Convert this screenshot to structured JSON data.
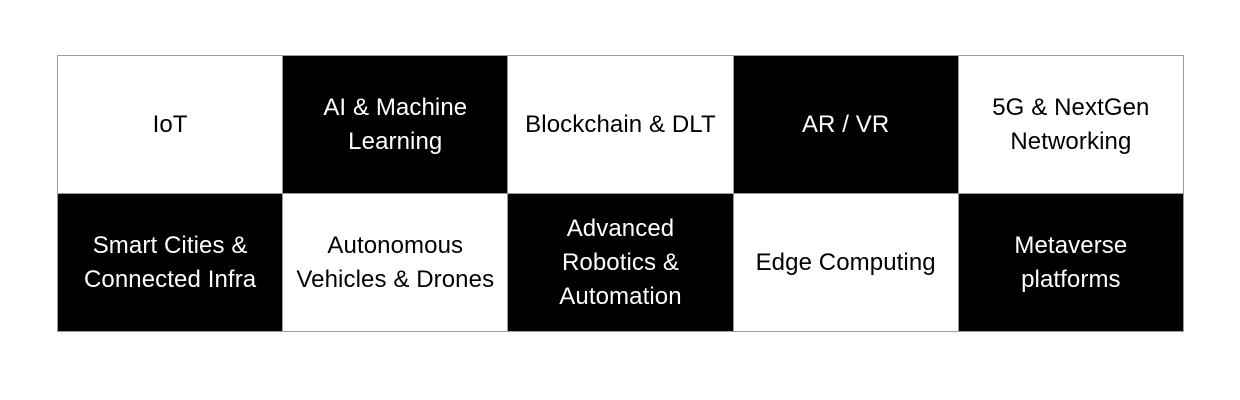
{
  "theme": {
    "page_background": "#ffffff",
    "light_cell_background": "#ffffff",
    "light_cell_text": "#000000",
    "dark_cell_background": "#000000",
    "dark_cell_text": "#ffffff",
    "grid_border": "#9a9a9a"
  },
  "grid": {
    "columns": 5,
    "rows": 2,
    "rows_data": [
      {
        "row_index": 0,
        "cells": [
          {
            "label": "IoT",
            "variant": "light"
          },
          {
            "label": "AI & Machine Learning",
            "variant": "dark"
          },
          {
            "label": "Blockchain & DLT",
            "variant": "light"
          },
          {
            "label": "AR / VR",
            "variant": "dark"
          },
          {
            "label": "5G & NextGen Networking",
            "variant": "light"
          }
        ]
      },
      {
        "row_index": 1,
        "cells": [
          {
            "label": "Smart Cities & Connected Infra",
            "variant": "dark"
          },
          {
            "label": "Autonomous Vehicles & Drones",
            "variant": "light"
          },
          {
            "label": "Advanced Robotics & Automation",
            "variant": "dark"
          },
          {
            "label": "Edge Computing",
            "variant": "light"
          },
          {
            "label": "Metaverse platforms",
            "variant": "dark"
          }
        ]
      }
    ]
  }
}
